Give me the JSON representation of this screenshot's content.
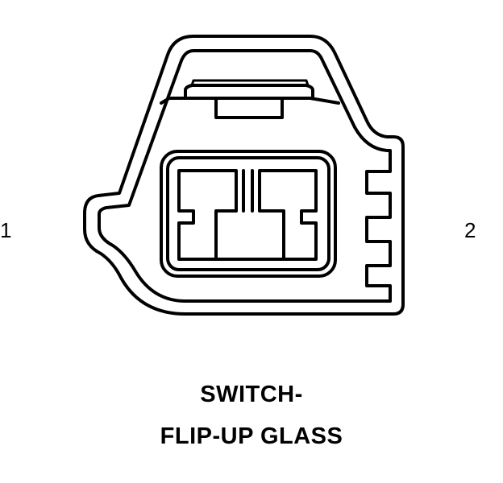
{
  "pins": {
    "left": "1",
    "right": "2"
  },
  "caption": {
    "line1": "SWITCH-",
    "line2": "FLIP-UP GLASS"
  },
  "colors": {
    "line": "#000000",
    "background": "#ffffff"
  }
}
